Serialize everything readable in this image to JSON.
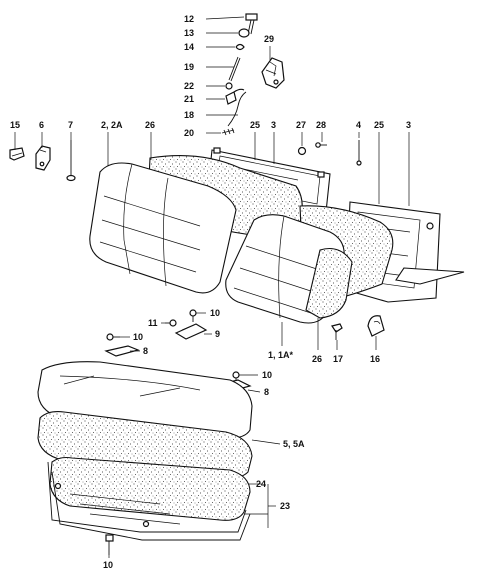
{
  "diagram": {
    "labels": {
      "p12": "12",
      "p13": "13",
      "p14": "14",
      "p19": "19",
      "p22": "22",
      "p21": "21",
      "p18": "18",
      "p20": "20",
      "p29": "29",
      "p15": "15",
      "p6": "6",
      "p7": "7",
      "p2": "2, 2A",
      "p26a": "26",
      "p25a": "25",
      "p3a": "3",
      "p27": "27",
      "p28": "28",
      "p4": "4",
      "p25b": "25",
      "p3b": "3",
      "p10a": "10",
      "p11": "11",
      "p9": "9",
      "p10b": "10",
      "p8a": "8",
      "p1": "1, 1A*",
      "p26b": "26",
      "p17": "17",
      "p16": "16",
      "p10c": "10",
      "p8b": "8",
      "p5": "5, 5A",
      "p24": "24",
      "p23": "23",
      "p10d": "10"
    }
  }
}
